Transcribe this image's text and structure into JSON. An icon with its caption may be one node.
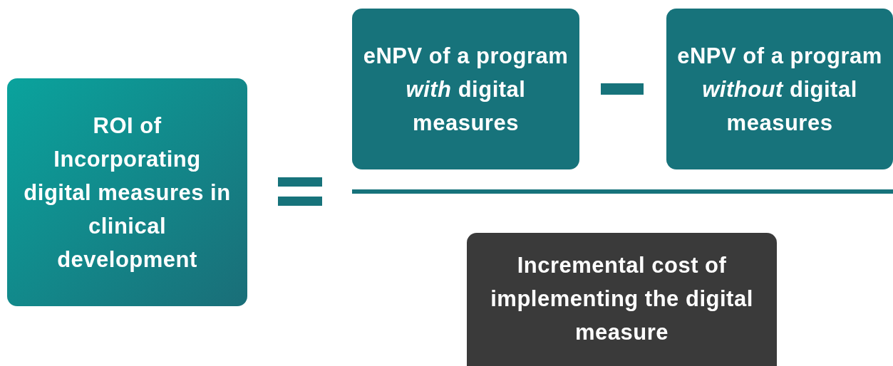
{
  "diagram": {
    "nodes": [
      {
        "text": [
          "ROI of Incorporating digital measures in clinical development"
        ]
      },
      {
        "text": [
          "eNPV of a program *with* digital measures"
        ]
      },
      {
        "text": [
          "eNPV of a program *without* digital measures"
        ]
      },
      {
        "text": [
          "Incremental cost of implementing the digital measure"
        ]
      }
    ]
  }
}
